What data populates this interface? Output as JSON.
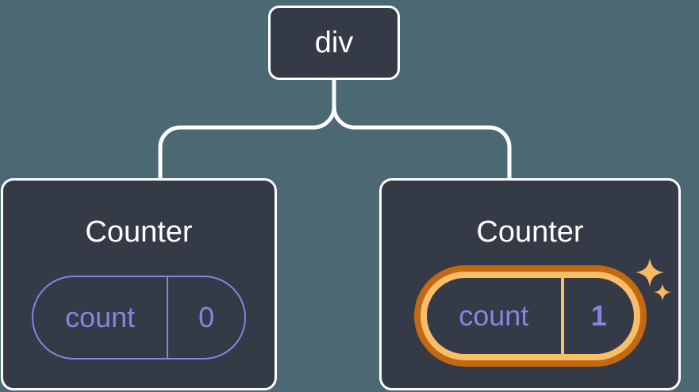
{
  "diagram": {
    "root": {
      "label": "div"
    },
    "children": [
      {
        "title": "Counter",
        "state": {
          "key": "count",
          "value": "0"
        },
        "highlighted": false
      },
      {
        "title": "Counter",
        "state": {
          "key": "count",
          "value": "1"
        },
        "highlighted": true
      }
    ]
  },
  "icons": {
    "sparkles": "sparkle-stars"
  },
  "colors": {
    "background": "#4c6872",
    "card": "#343a46",
    "card_border": "#ffffff",
    "connector": "#ffffff",
    "title_text": "#ffffff",
    "state_purple": "#8286e0",
    "highlight_dark": "#c46912",
    "highlight_light": "#fabd69",
    "sparkle": "#f8b95f"
  }
}
